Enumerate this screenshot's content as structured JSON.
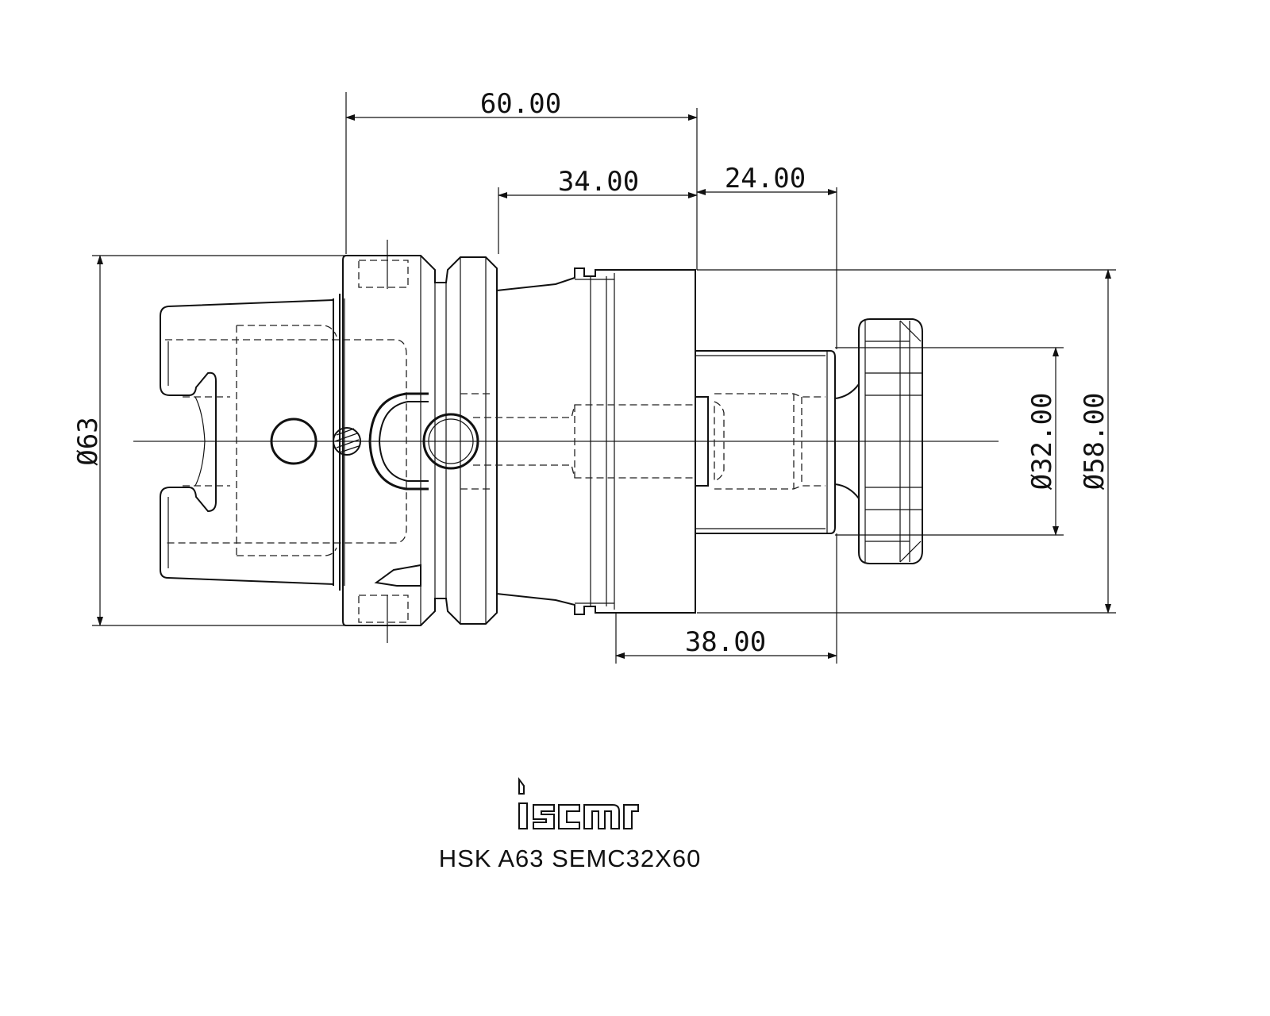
{
  "dimensions": {
    "overall_length": "60.00",
    "body_length": "34.00",
    "gauge_length": "24.00",
    "clamping_length": "38.00",
    "flange_diameter": "Ø63",
    "bore_diameter": "Ø32.00",
    "body_diameter": "Ø58.00"
  },
  "logo": {
    "text": "iscar"
  },
  "part_number": "HSK A63 SEMC32X60"
}
